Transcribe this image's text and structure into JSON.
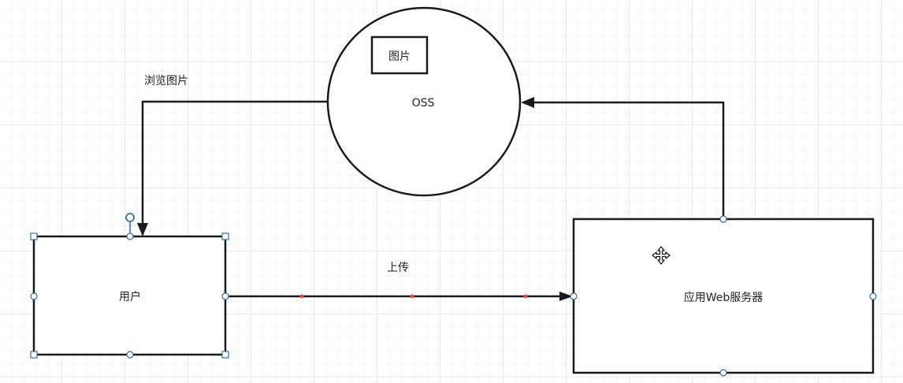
{
  "nodes": {
    "oss": {
      "label": "OSS",
      "shape": "circle"
    },
    "image": {
      "label": "图片",
      "shape": "rectangle"
    },
    "user": {
      "label": "用户",
      "shape": "rectangle",
      "selected": true
    },
    "web_server": {
      "label": "应用Web服务器",
      "shape": "rectangle"
    }
  },
  "edges": {
    "browse": {
      "label": "浏览图片",
      "from": "oss",
      "to": "user"
    },
    "upload": {
      "label": "上传",
      "from": "user",
      "to": "web_server",
      "selected": true
    },
    "server_to_oss": {
      "label": "",
      "from": "web_server",
      "to": "oss"
    }
  },
  "cursor_icon": "move-cursor-icon",
  "colors": {
    "stroke": "#1a1a1a",
    "selection_handle": "#2f6ea8",
    "waypoint": "#e0533a"
  }
}
